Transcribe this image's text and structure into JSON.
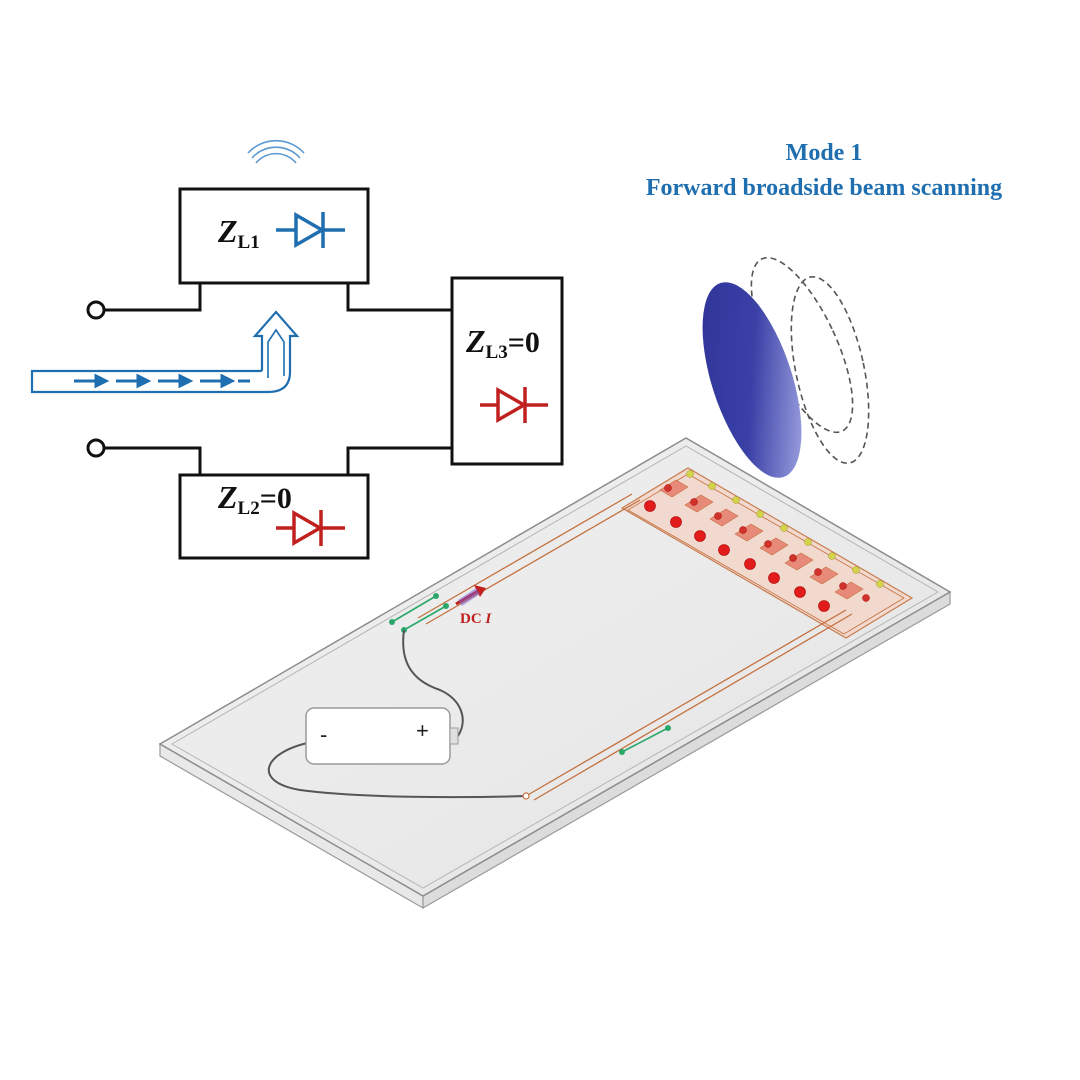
{
  "title": {
    "mode": "Mode 1",
    "subtitle": "Forward broadside beam scanning"
  },
  "circuit": {
    "zl1": {
      "sym": "Z",
      "sub": "L1",
      "value": ""
    },
    "zl2": {
      "sym": "Z",
      "sub": "L2",
      "value": "=0"
    },
    "zl3": {
      "sym": "Z",
      "sub": "L3",
      "value": "=0"
    }
  },
  "board": {
    "dc_label": "DC",
    "dc_var": "I",
    "battery_minus": "-",
    "battery_plus": "+"
  },
  "colors": {
    "title": "#1f6fb0",
    "diode_on": "#1f6fb0",
    "diode_off": "#c0211f",
    "beam": "#3a3fa8",
    "trace": "#c4713f"
  }
}
